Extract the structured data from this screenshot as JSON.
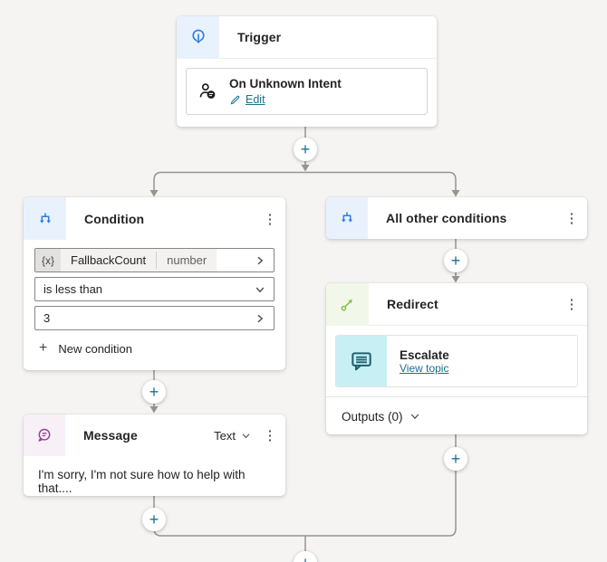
{
  "colors": {
    "canvas_bg": "#f5f4f2",
    "accent_blue": "#2b7de9",
    "icon_bg_blue": "#e9f2fc",
    "accent_green": "#85bf3f",
    "icon_bg_green": "#f1f8e9",
    "accent_purple": "#9a3c97",
    "icon_bg_purple": "#f7f0f7",
    "escalate_teal": "#20606f",
    "icon_bg_cyan": "#c8f0f4",
    "link_teal": "#16708f",
    "plus_teal": "#16708f",
    "line_grey": "#969491"
  },
  "icons": {
    "plus": "+",
    "kebab": "⋮"
  },
  "trigger": {
    "title": "Trigger",
    "intent": {
      "title": "On Unknown Intent",
      "edit_label": "Edit"
    }
  },
  "condition": {
    "title": "Condition",
    "variable": {
      "prefix": "{x}",
      "name": "FallbackCount",
      "type": "number"
    },
    "operator": "is less than",
    "value": "3",
    "new_condition_label": "New condition"
  },
  "all_other_conditions": {
    "title": "All other conditions"
  },
  "redirect": {
    "title": "Redirect",
    "topic": {
      "title": "Escalate",
      "link_label": "View topic"
    },
    "outputs_label": "Outputs (0)"
  },
  "message": {
    "title": "Message",
    "type_label": "Text",
    "text": "I'm sorry, I'm not sure how to help with that...."
  }
}
